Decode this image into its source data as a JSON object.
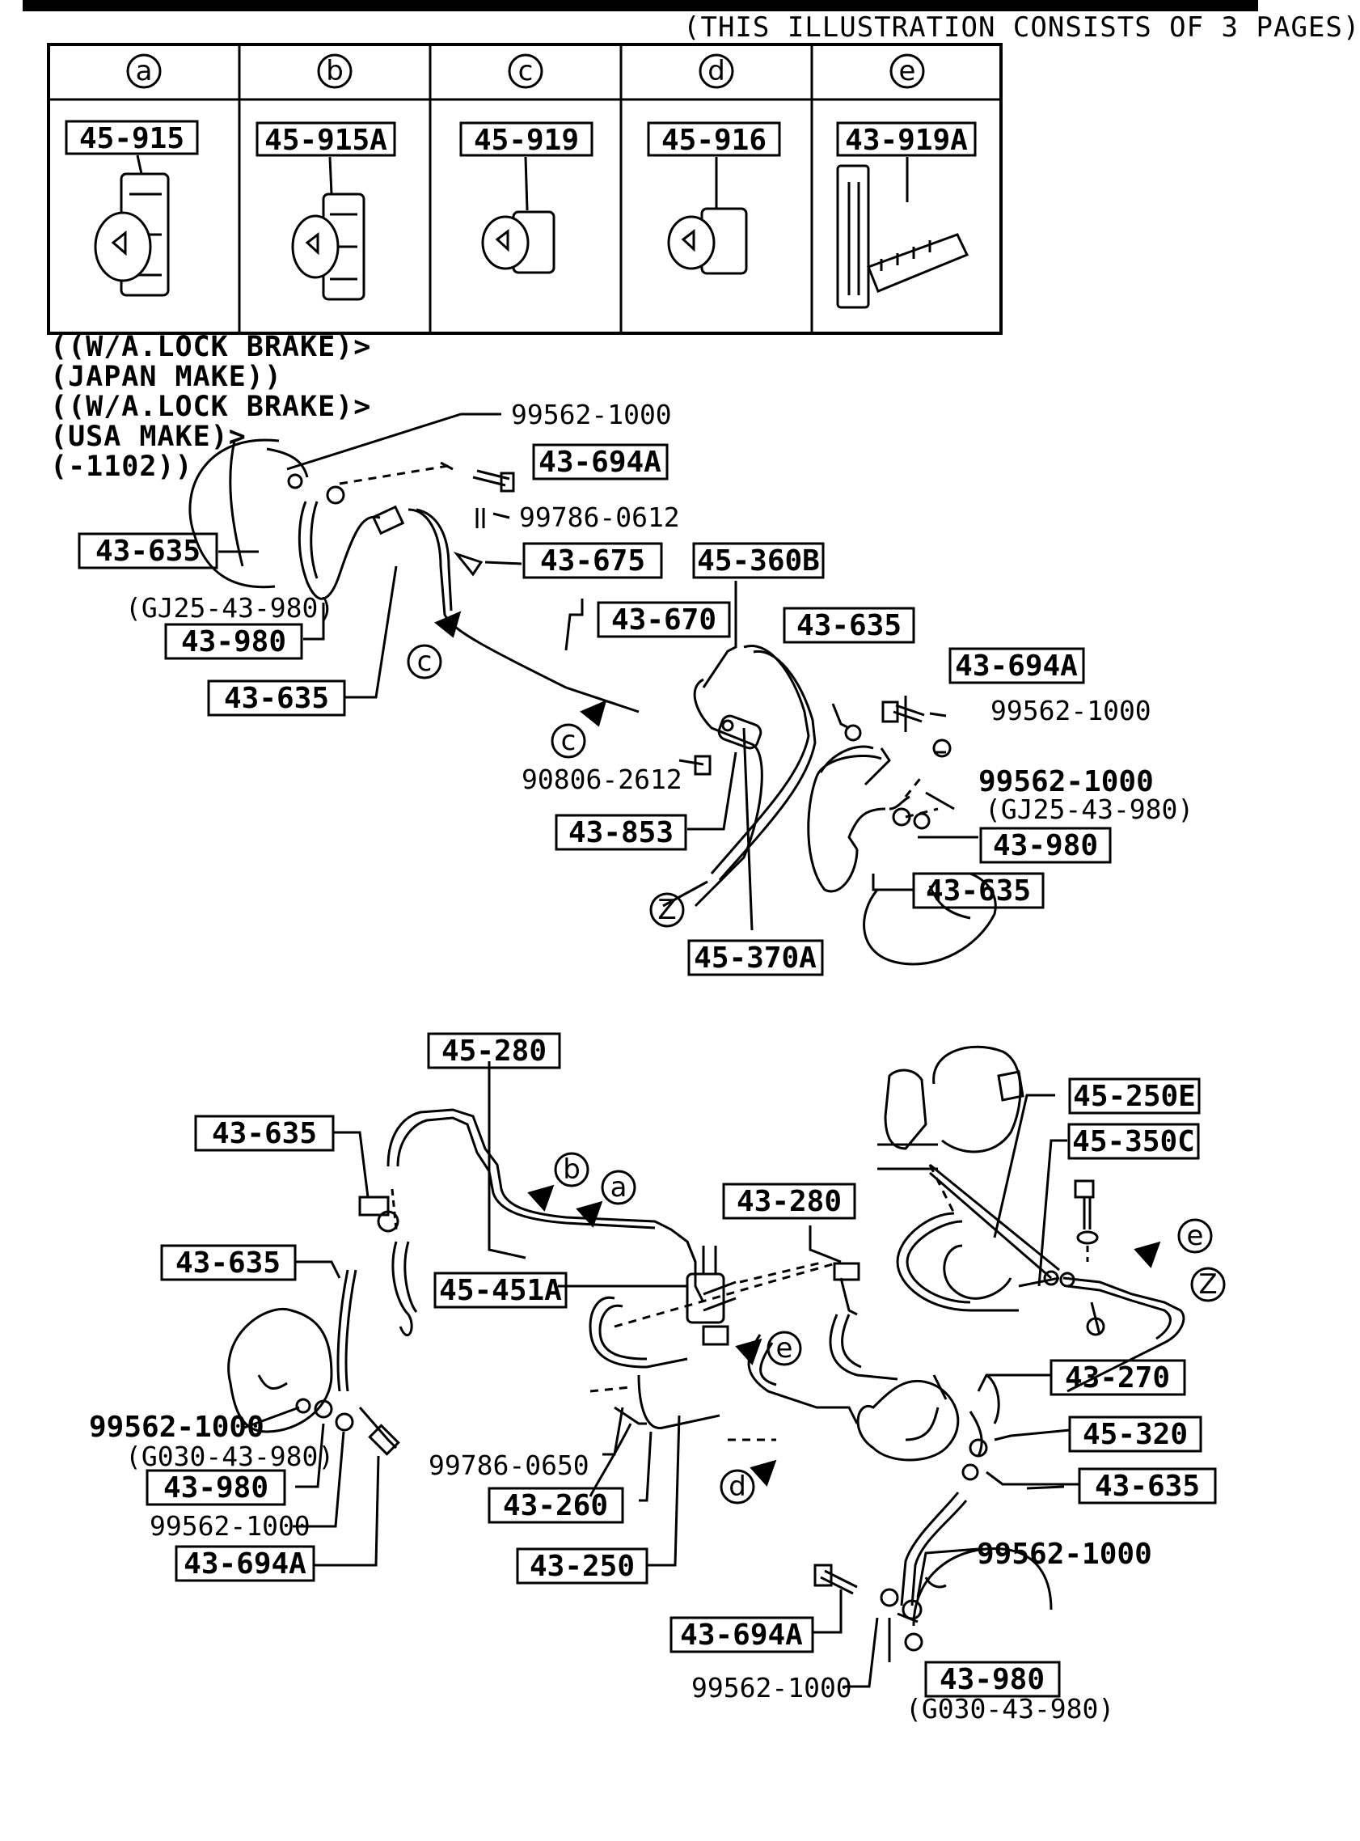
{
  "header": {
    "pages_note": "(THIS ILLUSTRATION CONSISTS OF  3 PAGES)"
  },
  "clip_table": [
    {
      "letter": "a",
      "part": "45-915"
    },
    {
      "letter": "b",
      "part": "45-915A"
    },
    {
      "letter": "c",
      "part": "45-919"
    },
    {
      "letter": "d",
      "part": "45-916"
    },
    {
      "letter": "e",
      "part": "43-919A"
    }
  ],
  "conditions": [
    "((W/A.LOCK BRAKE)>",
    "(JAPAN MAKE))",
    "((W/A.LOCK BRAKE)>",
    "(USA MAKE)>",
    "(-1102))"
  ],
  "upper": {
    "p_99562_a": "99562-1000",
    "p_43694A_a": "43-694A",
    "p_99786_0612": "99786-0612",
    "p_43635_a": "43-635",
    "p_43675": "43-675",
    "p_45360B": "45-360B",
    "ref_gj25_a": "(GJ25-43-980)",
    "p_43980_a": "43-980",
    "p_43670": "43-670",
    "p_43635_b": "43-635",
    "p_43635_c": "43-635",
    "p_43694A_b": "43-694A",
    "p_99562_b": "99562-1000",
    "p_90806": "90806-2612",
    "p_99562_c": "99562-1000",
    "ref_gj25_b": "(GJ25-43-980)",
    "p_43853": "43-853",
    "p_43980_b": "43-980",
    "p_43635_d": "43-635",
    "p_45370A": "45-370A"
  },
  "lower": {
    "p_45280": "45-280",
    "p_45250E": "45-250E",
    "p_45350C": "45-350C",
    "p_43635_e": "43-635",
    "p_43280": "43-280",
    "p_43635_f": "43-635",
    "p_45451A": "45-451A",
    "p_99562_d": "99562-1000",
    "ref_g030_a": "(G030-43-980)",
    "p_43980_c": "43-980",
    "p_99562_e": "99562-1000",
    "p_43694A_c": "43-694A",
    "p_99786_0650": "99786-0650",
    "p_43260": "43-260",
    "p_43250": "43-250",
    "p_43270": "43-270",
    "p_45320": "45-320",
    "p_43635_g": "43-635",
    "p_99562_f": "99562-1000",
    "p_43694A_d": "43-694A",
    "p_43980_d": "43-980",
    "p_99562_g": "99562-1000",
    "ref_g030_b": "(G030-43-980)"
  },
  "markers": {
    "c": "c",
    "z": "Z",
    "b": "b",
    "a": "a",
    "e": "e",
    "d": "d"
  }
}
